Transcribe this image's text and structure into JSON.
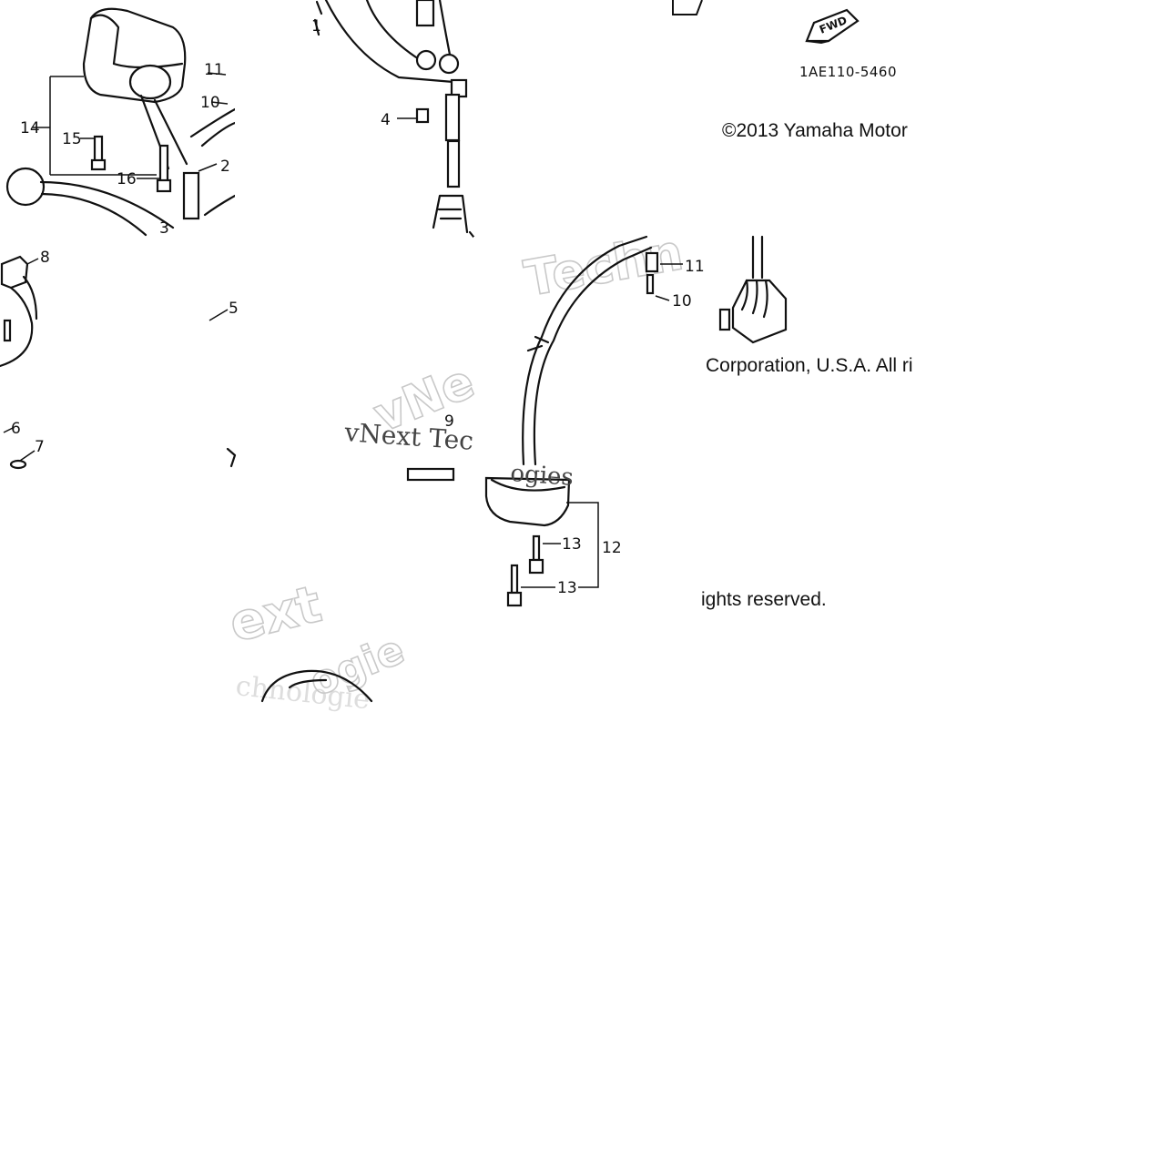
{
  "diagram": {
    "code": "1AE110-5460",
    "fwd_badge": "FWD",
    "copyright": {
      "part1": "©2013 Yamaha Motor",
      "part2": "Corporation, U.S.A. All ri",
      "part3": "ights reserved."
    },
    "watermarks": {
      "w1": "Techn",
      "w2": "vNe",
      "w3": "vNext Tec",
      "w4": "ogies",
      "w5": "ext",
      "w6": "chnologie",
      "w7": "ogie"
    },
    "callouts": {
      "c1": "1",
      "c2": "2",
      "c3": "3",
      "c4": "4",
      "c5": "5",
      "c6": "6",
      "c7": "7",
      "c8": "8",
      "c9": "9",
      "c10": "10",
      "c10b": "10",
      "c11": "11",
      "c11b": "11",
      "c12": "12",
      "c13": "13",
      "c13b": "13",
      "c14": "14",
      "c15": "15",
      "c16": "16"
    }
  }
}
